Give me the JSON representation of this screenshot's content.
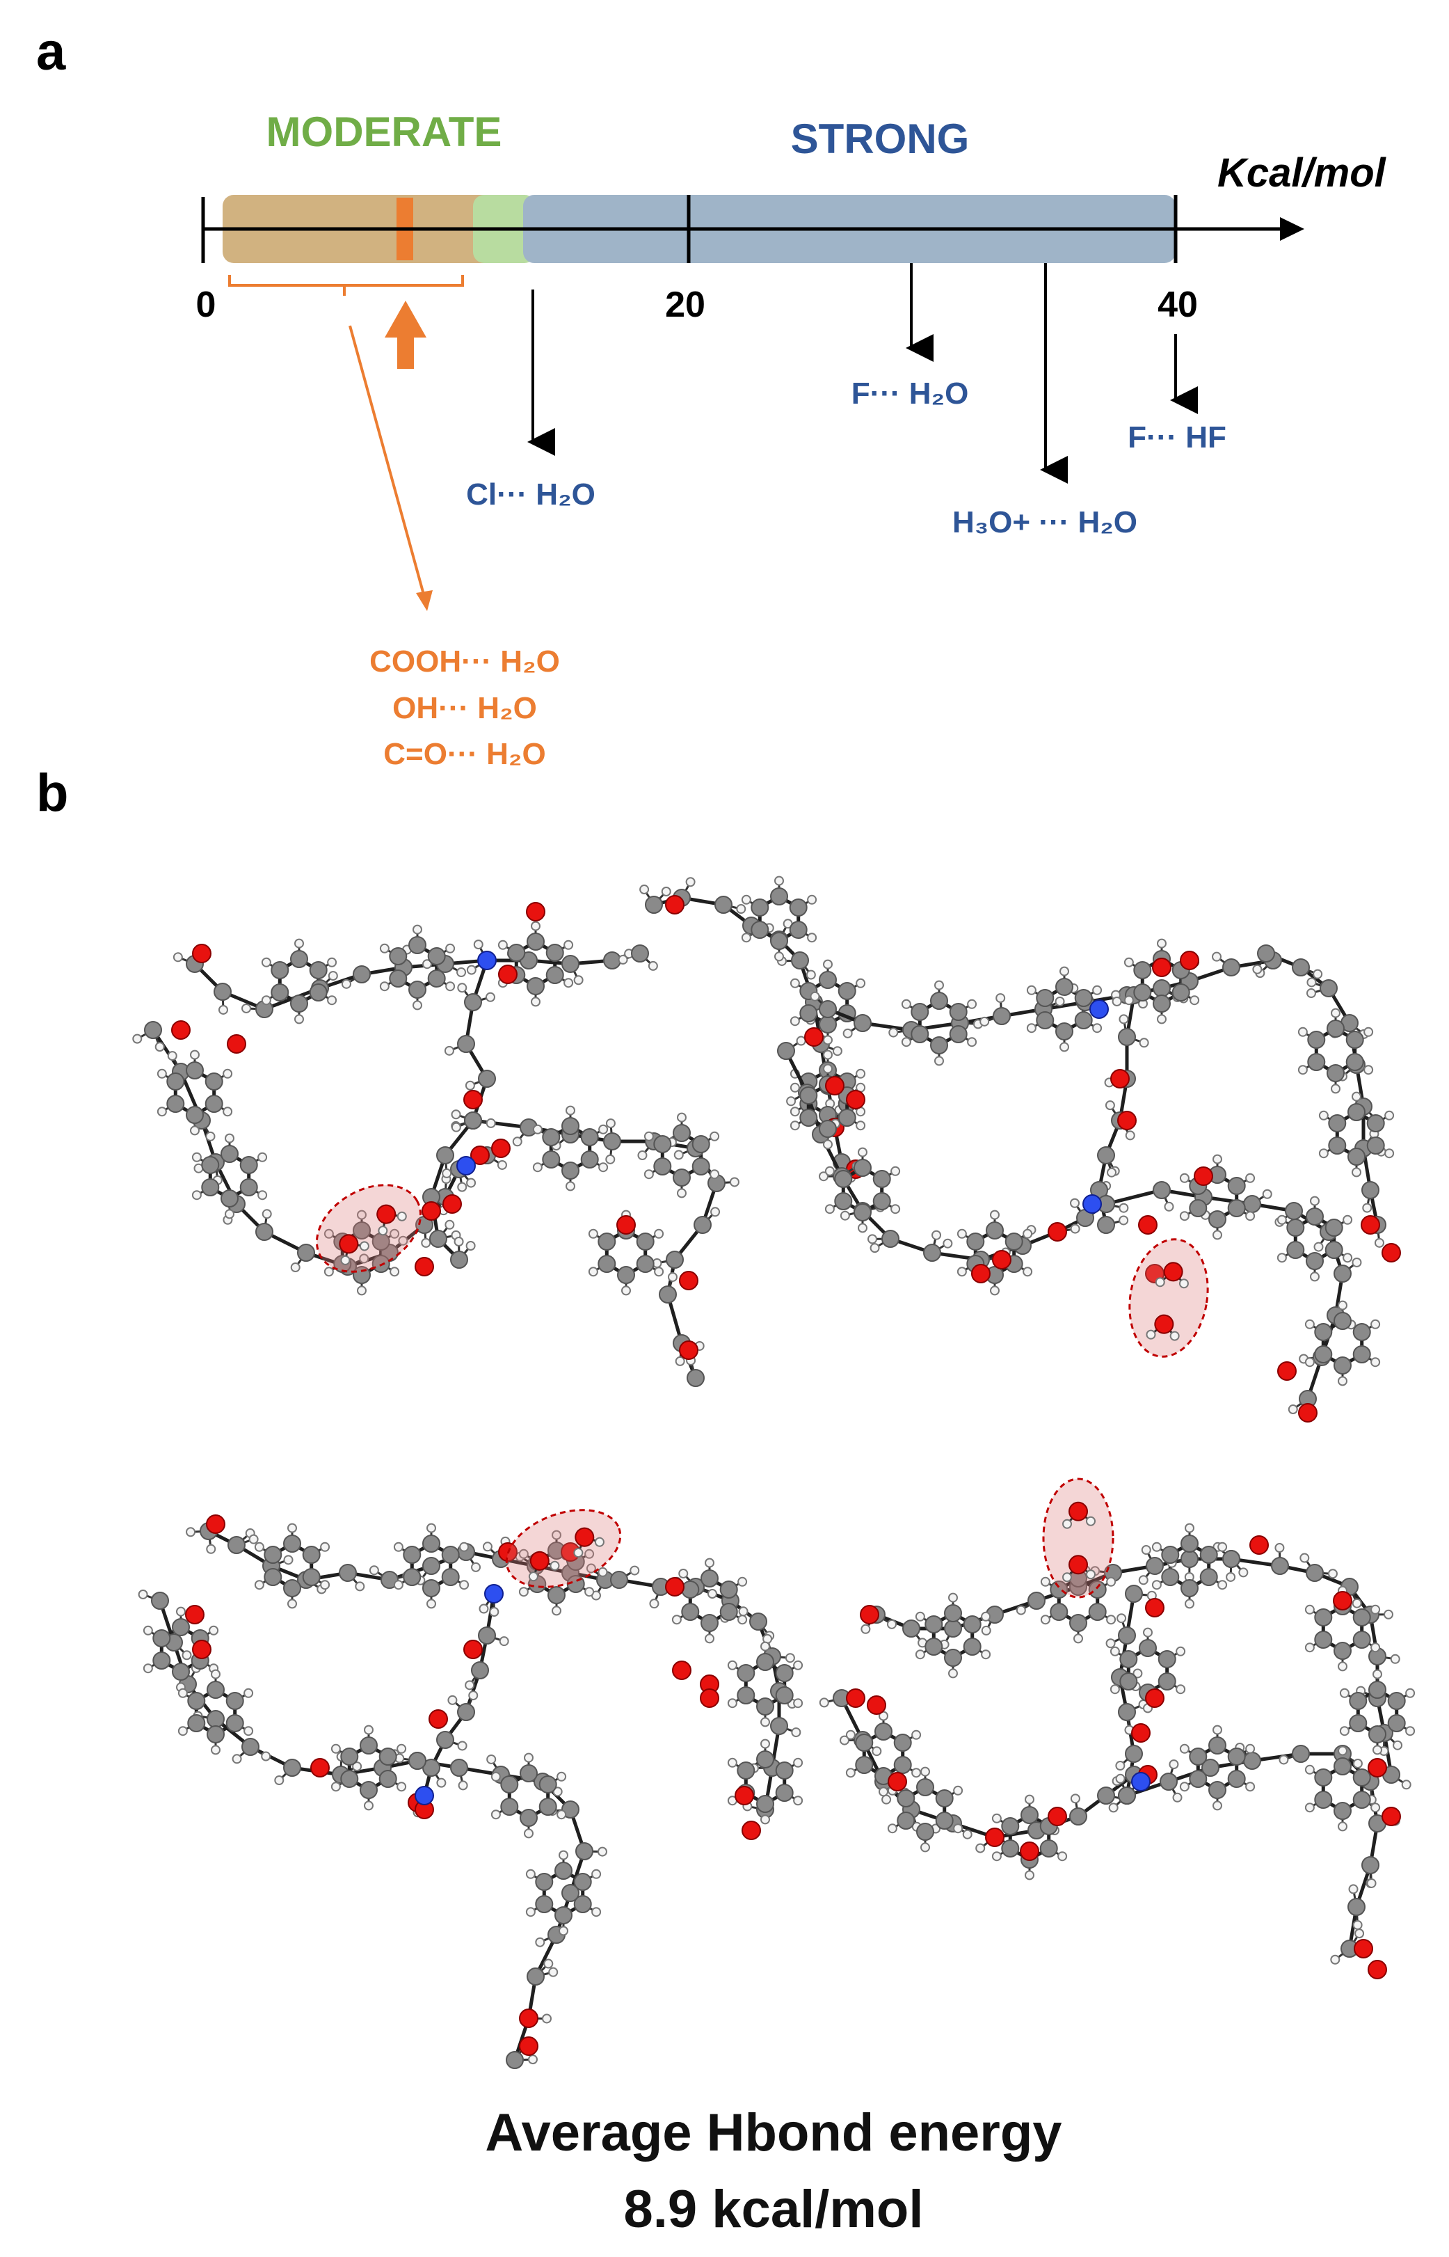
{
  "panel_a": {
    "letter": "a",
    "moderate_label": "MODERATE",
    "strong_label": "STRONG",
    "axis_unit": "Kcal/mol",
    "ticks": [
      "0",
      "20",
      "40"
    ],
    "interactions_strong": {
      "cl_h2o": "Cl··· H₂O",
      "f_h2o": "F··· H₂O",
      "h3o_h2o": "H₃O+ ··· H₂O",
      "f_hf": "F··· HF"
    },
    "interactions_moderate": [
      "COOH··· H₂O",
      "OH··· H₂O",
      "C=O··· H₂O"
    ],
    "colors": {
      "moderate_text": "#70ad47",
      "strong_text": "#2e5597",
      "moderate_band": "#c9a56a",
      "transition_band": "#b8dca0",
      "strong_band": "#9fb4c8",
      "marker": "#ec7d31"
    }
  },
  "panel_b": {
    "letter": "b",
    "summary_line1": "Average Hbond energy",
    "summary_line2": "8.9 kcal/mol",
    "snapshots": [
      "snapshot-1",
      "snapshot-2",
      "snapshot-3",
      "snapshot-4"
    ]
  }
}
